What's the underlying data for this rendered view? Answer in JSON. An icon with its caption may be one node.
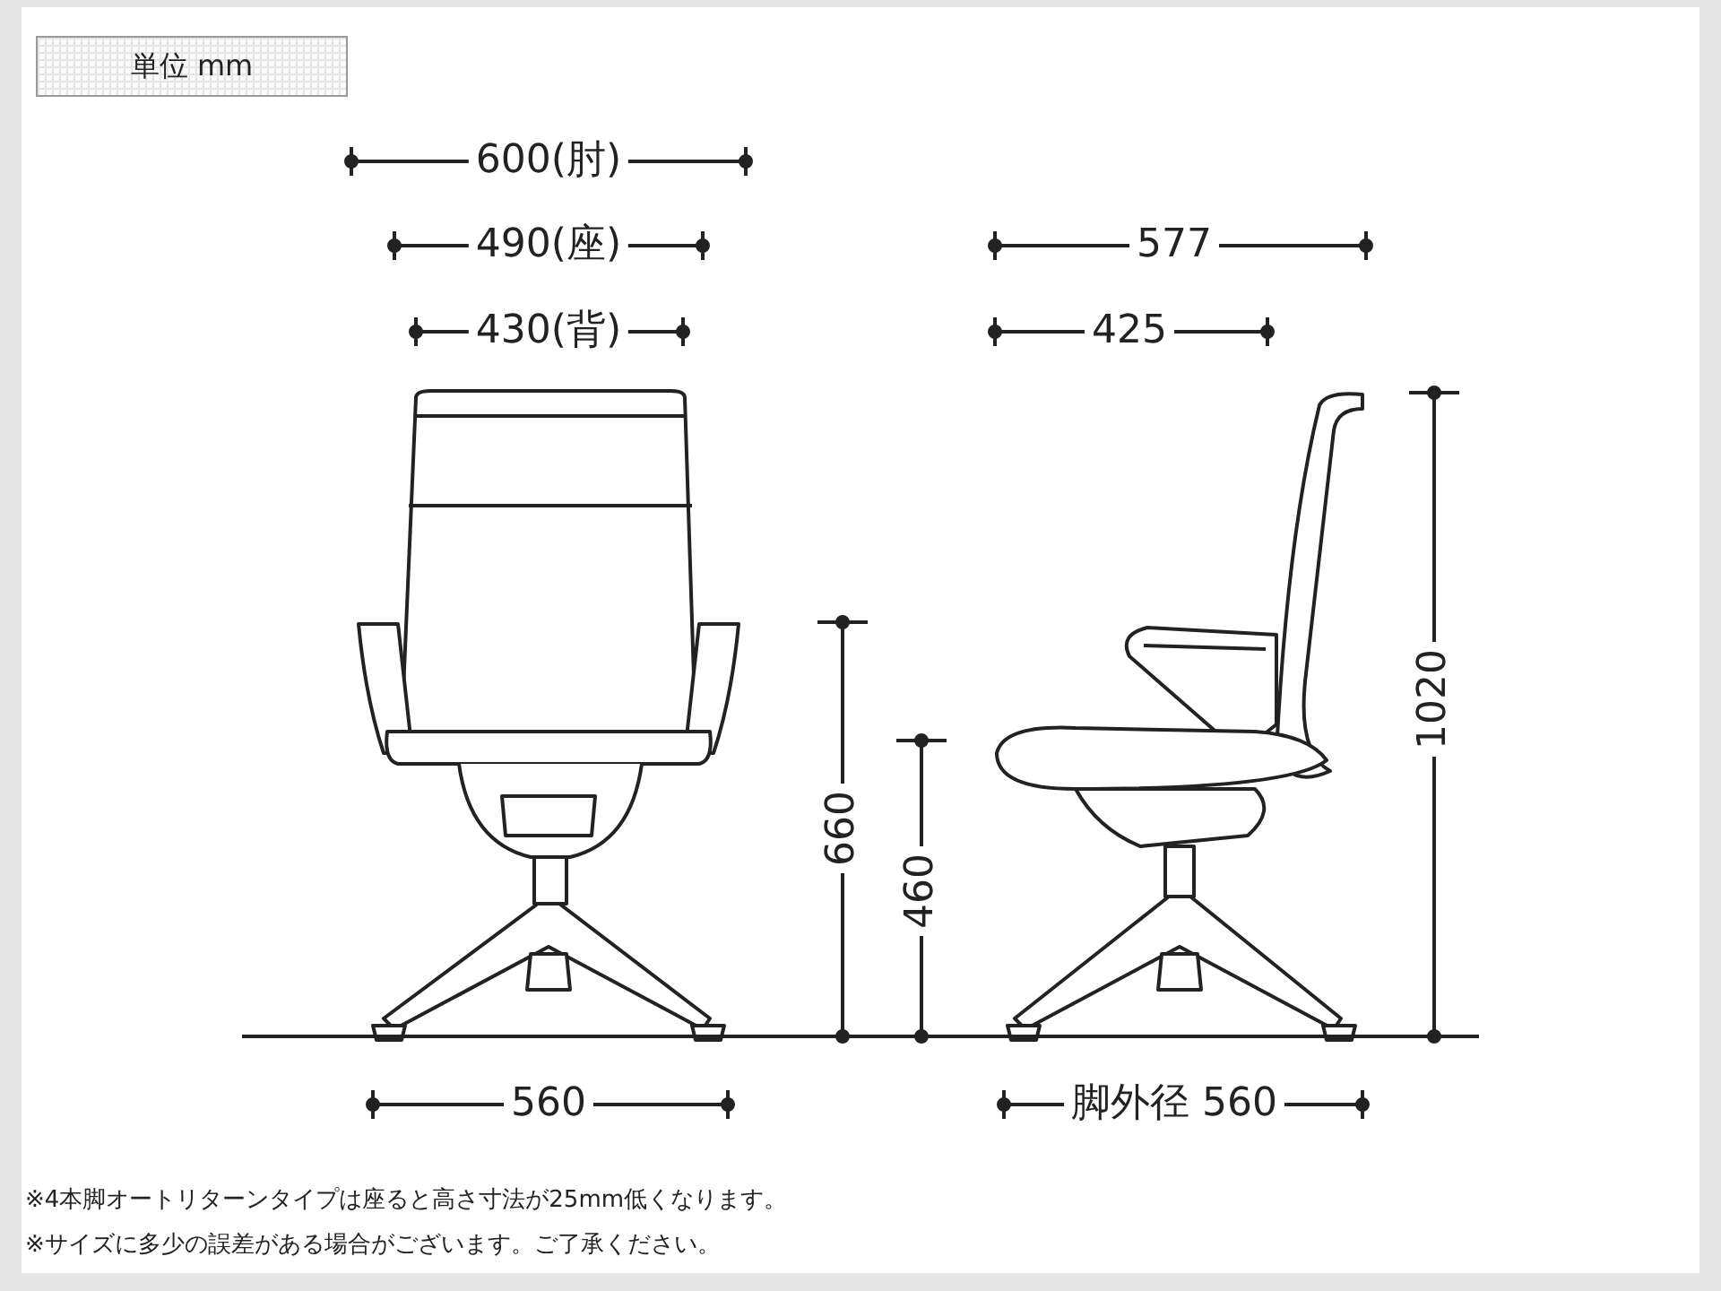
{
  "diagram": {
    "nodes": [
      {
        "text": [
          "単位 mm"
        ]
      }
    ],
    "edges": [],
    "labels": [
      "600(肘)",
      "490(座)",
      "430(背)",
      "577",
      "425",
      "1020",
      "660",
      "460",
      "560",
      "脚外径 560",
      "※4本脚オートリターンタイプは座ると高さ寸法が25mm低くなります。",
      "※サイズに多少の誤差がある場合がございます。ご了承ください。"
    ]
  }
}
